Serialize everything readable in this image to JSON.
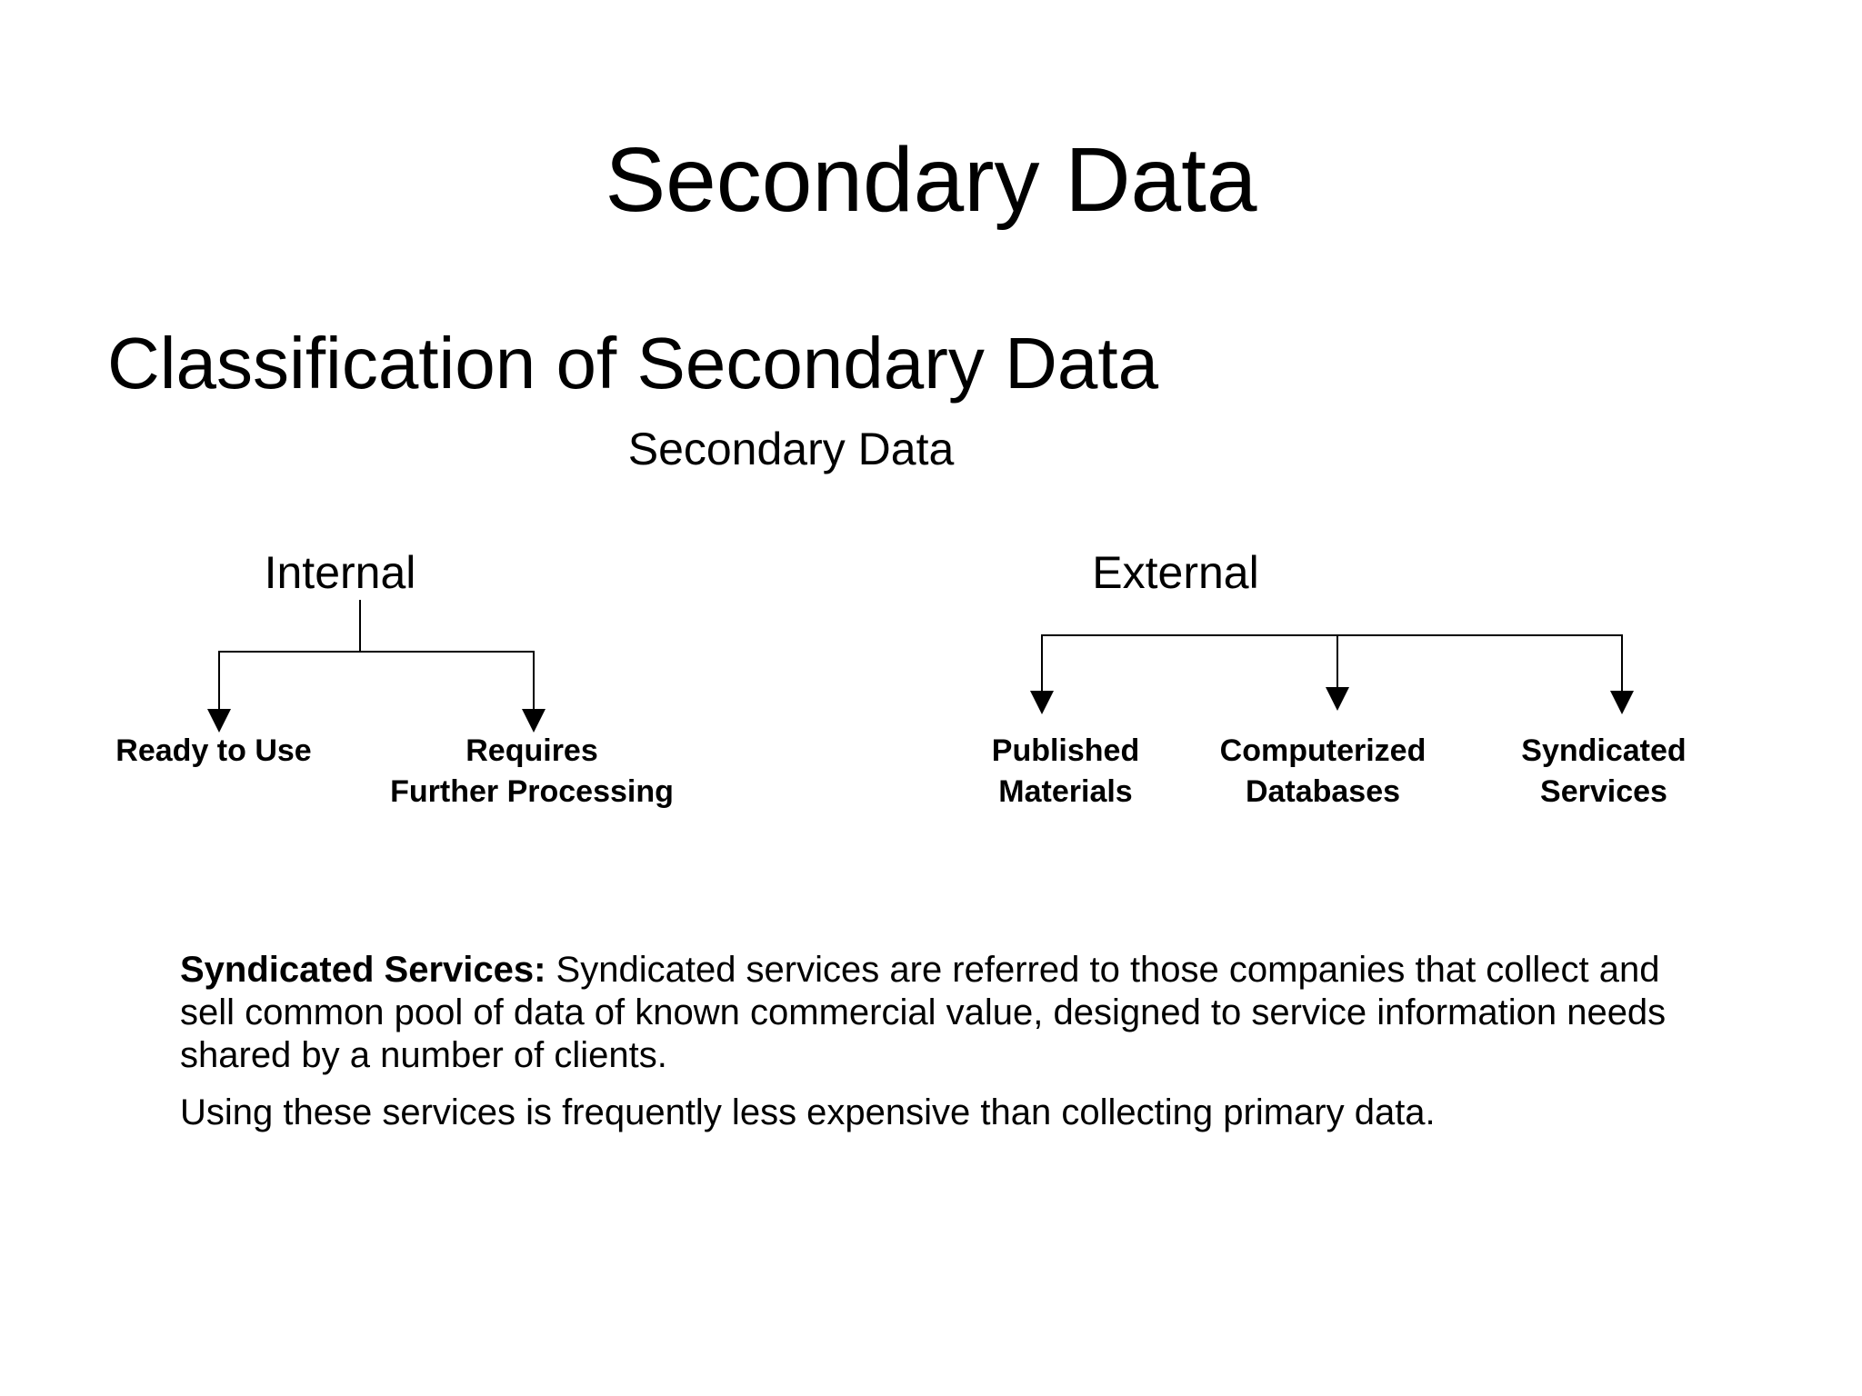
{
  "title": "Secondary Data",
  "heading": "Classification of Secondary Data",
  "diagram": {
    "root_label": "Secondary Data",
    "internal": {
      "label": "Internal",
      "children": [
        "Ready to Use",
        "Requires\nFurther Processing"
      ]
    },
    "external": {
      "label": "External",
      "children": [
        "Published\nMaterials",
        "Computerized\nDatabases",
        "Syndicated\nServices"
      ]
    }
  },
  "definition": {
    "lead": "Syndicated Services:",
    "body": " Syndicated services are referred to those companies that collect and sell common pool of data of known commercial value, designed to service information needs shared by a number of clients."
  },
  "note": "Using these services is frequently less expensive than collecting primary data.",
  "colors": {
    "background": "#ffffff",
    "text": "#000000",
    "line": "#000000"
  }
}
